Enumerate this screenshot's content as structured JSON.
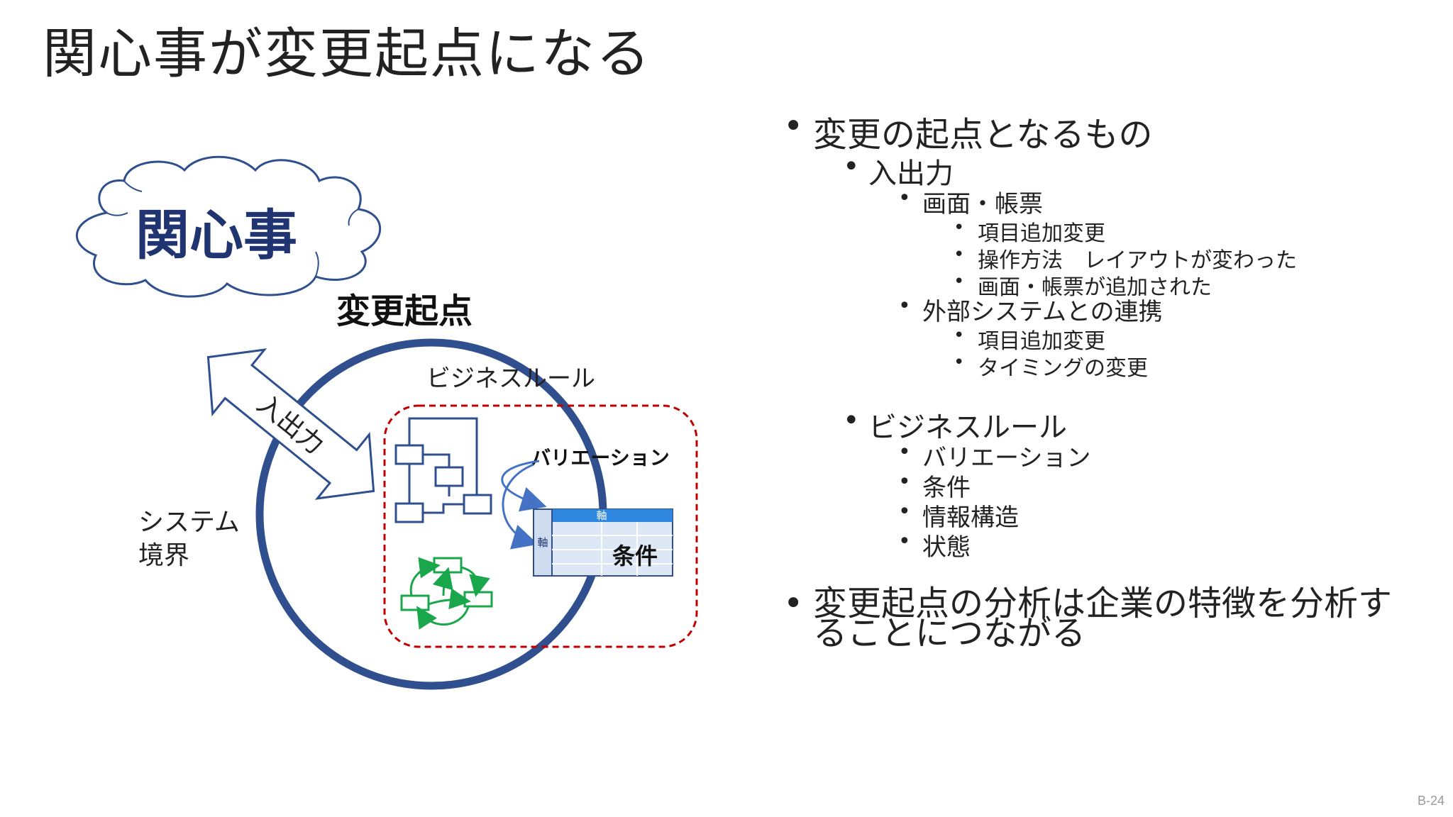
{
  "title": "関心事が変更起点になる",
  "diagram": {
    "concern_label": "関心事",
    "change_origin_label": "変更起点",
    "io_label": "入出力",
    "system_boundary_label": "システム\n境界",
    "system_boundary_line1": "システム",
    "system_boundary_line2": "境界",
    "business_rule_label": "ビジネスルール",
    "variation_label": "バリエーション",
    "axis_label": "軸",
    "condition_label": "条件",
    "colors": {
      "boundary": "#2f4f8f",
      "concern_text": "#1f3470",
      "rule_border": "#c00000",
      "arrow": "#4472c4",
      "cycle": "#1aa64a",
      "table_header": "#2e86de"
    }
  },
  "bullets": {
    "b1": "変更の起点となるもの",
    "b1_1": "入出力",
    "b1_1_1": "画面・帳票",
    "b1_1_1_1": "項目追加変更",
    "b1_1_1_2": "操作方法　レイアウトが変わった",
    "b1_1_1_3": "画面・帳票が追加された",
    "b1_1_2": "外部システムとの連携",
    "b1_1_2_1": "項目追加変更",
    "b1_1_2_2": "タイミングの変更",
    "b1_2": "ビジネスルール",
    "b1_2_1": "バリエーション",
    "b1_2_2": "条件",
    "b1_2_3": "情報構造",
    "b1_2_4": "状態",
    "b2": "変更起点の分析は企業の特徴を分析することにつながる"
  },
  "page_number": "B-24"
}
